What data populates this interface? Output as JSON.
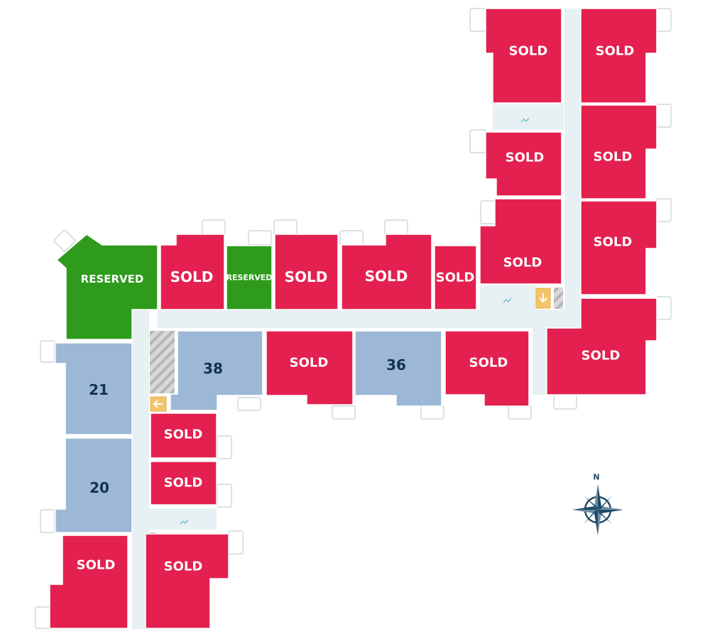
{
  "colors": {
    "sold": "#e3204f",
    "reserved": "#2e9b1c",
    "available": "#9cb8d6",
    "corridor": "#e7f0f3",
    "balcony_stroke": "#c8cfd4",
    "available_text": "#14324f",
    "stair_box": "#f2c56b",
    "compass": "#1f4a68"
  },
  "legend_text": {
    "sold": "SOLD",
    "reserved": "RESERVED"
  },
  "compass": {
    "north_label": "N"
  },
  "units": [
    {
      "id": "u-top-left",
      "status": "sold",
      "label": "SOLD"
    },
    {
      "id": "u-top-right",
      "status": "sold",
      "label": "SOLD"
    },
    {
      "id": "u-r2-left",
      "status": "sold",
      "label": "SOLD"
    },
    {
      "id": "u-r2-right",
      "status": "sold",
      "label": "SOLD"
    },
    {
      "id": "u-r3-left",
      "status": "sold",
      "label": "SOLD"
    },
    {
      "id": "u-r3-right",
      "status": "sold",
      "label": "SOLD"
    },
    {
      "id": "u-r4-right",
      "status": "sold",
      "label": "SOLD"
    },
    {
      "id": "u-reserved-large",
      "status": "reserved",
      "label": "RESERVED"
    },
    {
      "id": "u-mid-1",
      "status": "sold",
      "label": "SOLD"
    },
    {
      "id": "u-reserved-small",
      "status": "reserved",
      "label": "RESERVED"
    },
    {
      "id": "u-mid-2",
      "status": "sold",
      "label": "SOLD"
    },
    {
      "id": "u-mid-3",
      "status": "sold",
      "label": "SOLD"
    },
    {
      "id": "u-mid-4",
      "status": "sold",
      "label": "SOLD"
    },
    {
      "id": "u-21",
      "status": "available",
      "label": "21"
    },
    {
      "id": "u-20",
      "status": "available",
      "label": "20"
    },
    {
      "id": "u-38",
      "status": "available",
      "label": "38"
    },
    {
      "id": "u-low-1",
      "status": "sold",
      "label": "SOLD"
    },
    {
      "id": "u-36",
      "status": "available",
      "label": "36"
    },
    {
      "id": "u-low-2",
      "status": "sold",
      "label": "SOLD"
    },
    {
      "id": "u-left-1",
      "status": "sold",
      "label": "SOLD"
    },
    {
      "id": "u-left-2",
      "status": "sold",
      "label": "SOLD"
    },
    {
      "id": "u-bottom-left",
      "status": "sold",
      "label": "SOLD"
    },
    {
      "id": "u-bottom-right",
      "status": "sold",
      "label": "SOLD"
    }
  ]
}
